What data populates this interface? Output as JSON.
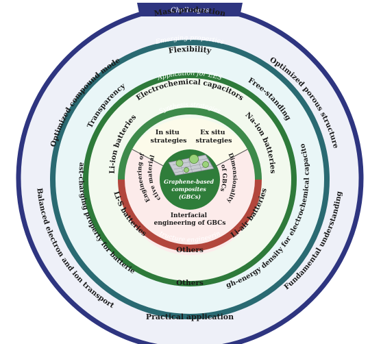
{
  "colors": {
    "outer_ring": "#2e3580",
    "band2": "#2a6a72",
    "band3": "#2e7a3a",
    "synthesis_band": "#3d8a4a",
    "structure_band": "#b2463c",
    "center": "#2f7d3a",
    "text": "#1a1a1a"
  },
  "rings": {
    "challenges": {
      "title": "Challenges",
      "items": {
        "top": "Mass production",
        "left": "Optimized compound mode",
        "right": "Optimized porous structure",
        "lower_left": "Balanced electron and ion transport",
        "lower_right": "Fundamental understanding",
        "bottom": "Practical application"
      }
    },
    "emerging": {
      "title": "Emerging properties",
      "items": {
        "top": "Flexibility",
        "left": "Transparency",
        "right": "Free-standing",
        "lower_left": "Fast-charging property for batteries",
        "lower_right": "High-energy density for electrochemical capacitors",
        "bottom": "Others"
      }
    },
    "application": {
      "title": "Application for EES",
      "items": {
        "top": "Electrochemical capacitors",
        "left": "Li-ion batteries",
        "right": "Na-ion batteries",
        "lower_left": "Li-S batteries",
        "lower_right": "Li-air batteries",
        "bottom": "Others"
      }
    },
    "synthesis": {
      "title": "Synthesis strategies",
      "in_situ": [
        "In situ",
        "strategies"
      ],
      "ex_situ": [
        "Ex situ",
        "strategies"
      ]
    },
    "structure": {
      "title": "Structure engineering",
      "left": [
        "Engineering of",
        "active materials"
      ],
      "right": [
        "Dimensionality",
        "of GBCs"
      ],
      "bottom": [
        "Interfacial",
        "engineering of GBCs"
      ]
    },
    "center": {
      "lines": [
        "Graphene-based",
        "composites",
        "(GBCs)"
      ]
    }
  }
}
